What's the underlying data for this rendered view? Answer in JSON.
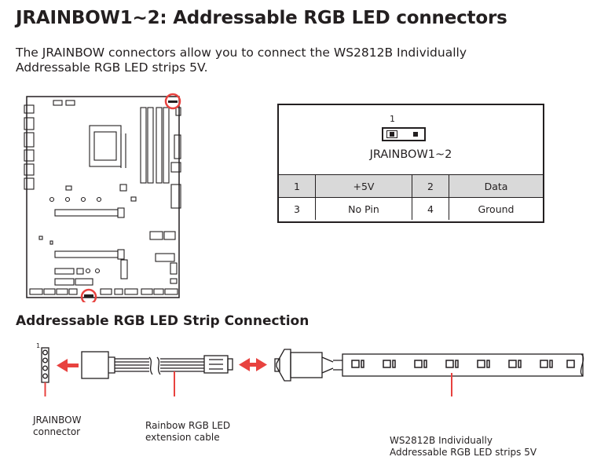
{
  "title": "JRAINBOW1~2: Addressable RGB LED connectors",
  "intro": {
    "line1": "The JRAINBOW connectors allow you to connect the WS2812B Individually",
    "line2": "Addressable RGB LED strips 5V."
  },
  "pin_diagram": {
    "pin_one": "1",
    "connector_name": "JRAINBOW1~2"
  },
  "pin_table": [
    [
      "1",
      "+5V",
      "2",
      "Data"
    ],
    [
      "3",
      "No Pin",
      "4",
      "Ground"
    ]
  ],
  "section_title": "Addressable RGB LED Strip Connection",
  "connection": {
    "header_pin_one": "1",
    "jrainbow_label": [
      "JRAINBOW",
      "connector"
    ],
    "cable_label": [
      "Rainbow RGB LED",
      "extension cable"
    ],
    "strip_label": [
      "WS2812B Individually",
      "Addressable RGB LED strips 5V"
    ]
  },
  "colors": {
    "highlight": "#e8423f",
    "ink": "#231f20",
    "table_shade": "#d9d9d9"
  },
  "icons": [
    "motherboard-diagram",
    "arrow-left-icon",
    "arrow-double-icon",
    "cable-plug-icon",
    "led-strip-icon"
  ]
}
